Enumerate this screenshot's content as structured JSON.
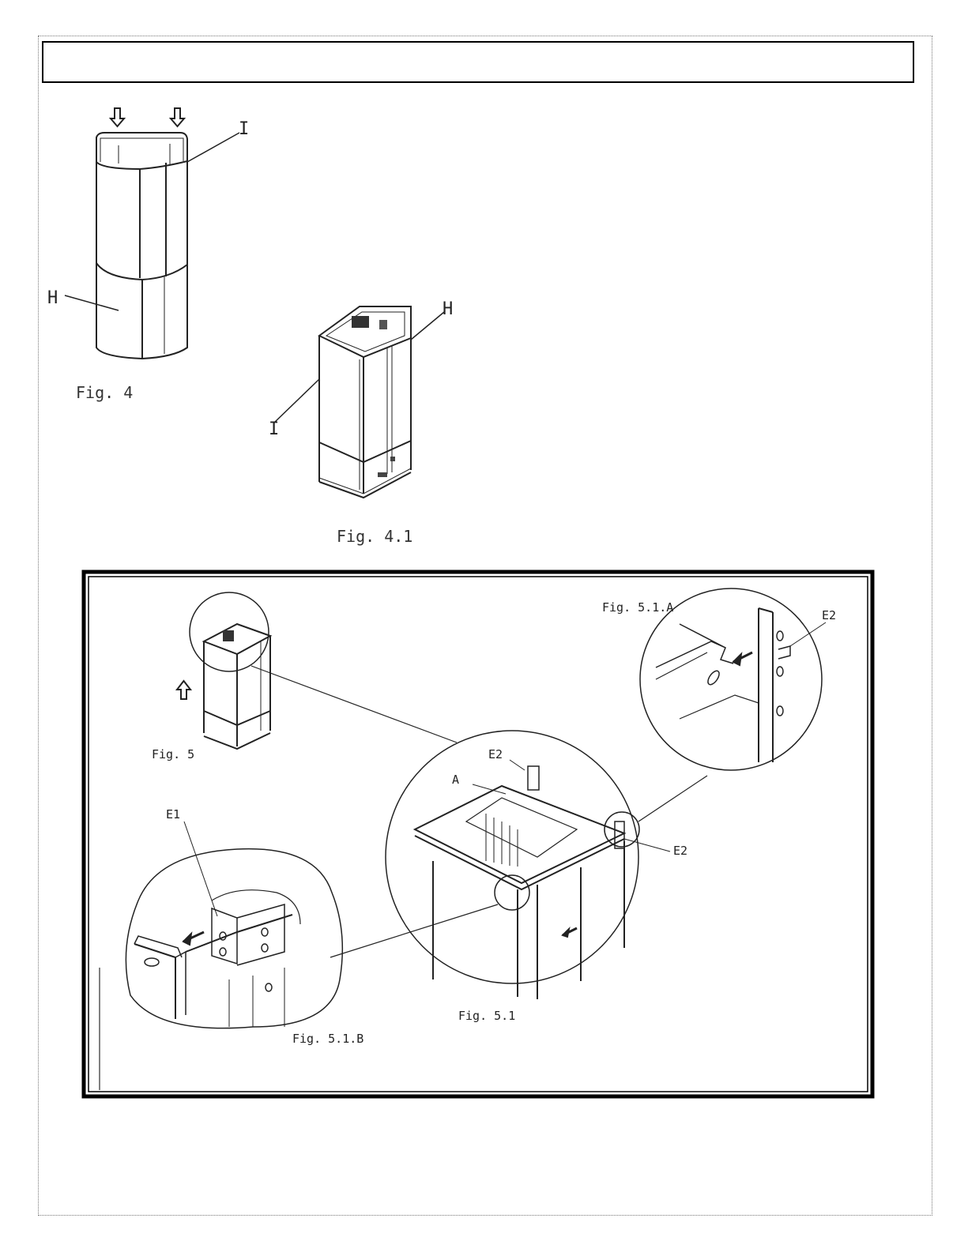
{
  "figures": {
    "fig4": {
      "caption": "Fig. 4",
      "label_i": "I",
      "label_h": "H"
    },
    "fig41": {
      "caption": "Fig. 4.1",
      "label_i": "I",
      "label_h": "H"
    },
    "fig5": {
      "caption": "Fig. 5"
    },
    "fig51": {
      "caption": "Fig. 5.1",
      "label_a": "A",
      "label_e2_top": "E2",
      "label_e2_right": "E2"
    },
    "fig51a": {
      "caption": "Fig. 5.1.A",
      "label_e2": "E2"
    },
    "fig51b": {
      "caption": "Fig. 5.1.B",
      "label_e1": "E1"
    }
  }
}
